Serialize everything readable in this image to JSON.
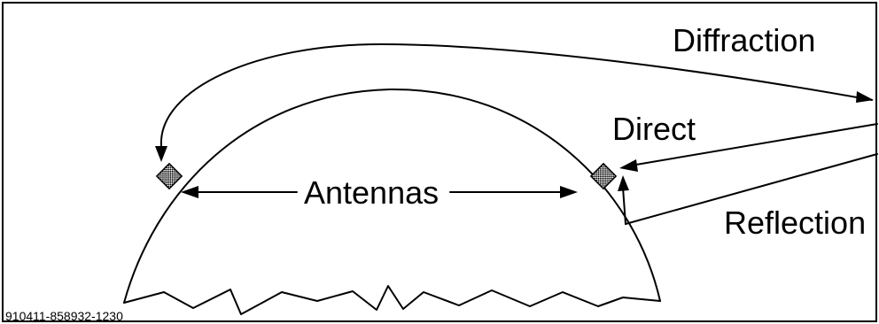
{
  "labels": {
    "diffraction": "Diffraction",
    "direct": "Direct",
    "antennas": "Antennas",
    "reflection": "Reflection"
  },
  "figure_code": "910411-858932-1230",
  "colors": {
    "line": "#000000",
    "background": "#ffffff",
    "antenna_fill": "#9a9a9a"
  },
  "icons": {
    "left_antenna": "antenna-square-icon",
    "right_antenna": "antenna-square-icon"
  }
}
